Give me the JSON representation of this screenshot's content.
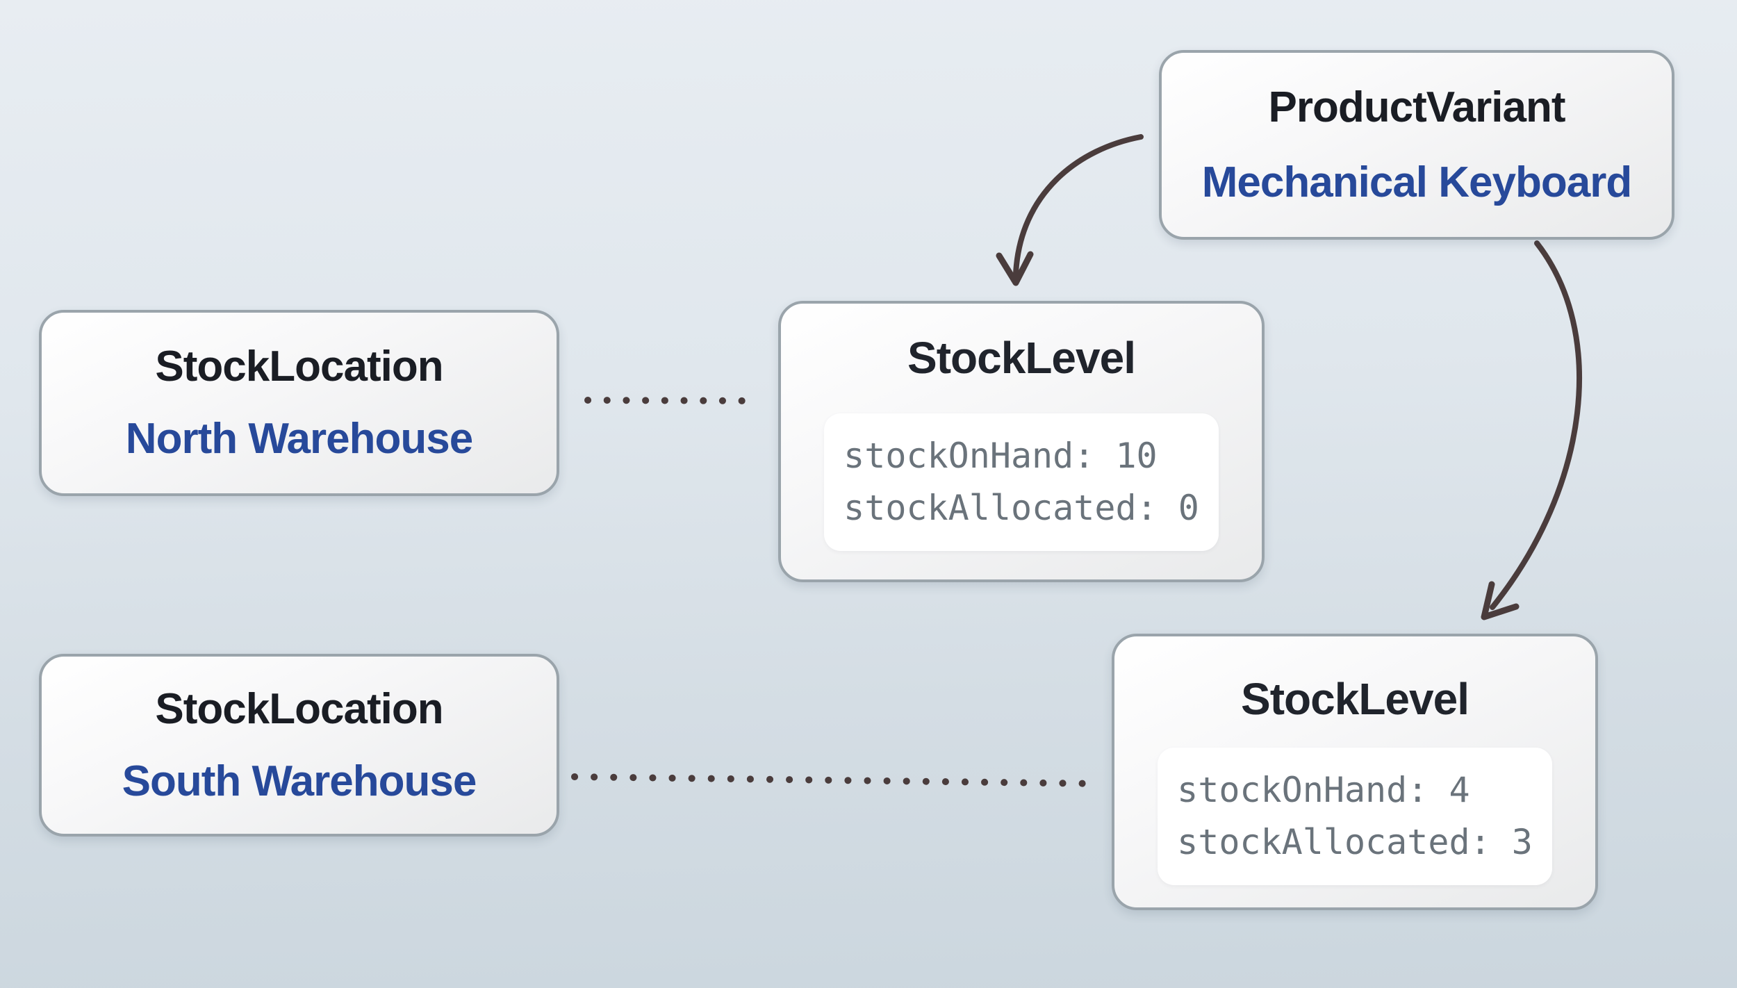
{
  "diagram": {
    "title_hint": "Inventory entity relationship diagram",
    "colors": {
      "background_top": "#e8edf2",
      "background_bottom": "#cbd6de",
      "card_border": "#9aa4ab",
      "entity_title": "#1a1d24",
      "record_name_blue": "#27499a",
      "code_text": "#6a737b",
      "connector": "#4a3c3c",
      "code_field_background": "#ffffff"
    },
    "nodes": {
      "product_variant": {
        "entity": "ProductVariant",
        "name": "Mechanical Keyboard"
      },
      "stock_location_north": {
        "entity": "StockLocation",
        "name": "North Warehouse"
      },
      "stock_location_south": {
        "entity": "StockLocation",
        "name": "South Warehouse"
      },
      "stock_level_north": {
        "entity": "StockLevel",
        "fields": [
          {
            "key": "stockOnHand",
            "value": "10",
            "line": "stockOnHand: 10"
          },
          {
            "key": "stockAllocated",
            "value": "0",
            "line": "stockAllocated: 0"
          }
        ]
      },
      "stock_level_south": {
        "entity": "StockLevel",
        "fields": [
          {
            "key": "stockOnHand",
            "value": "4",
            "line": "stockOnHand: 4"
          },
          {
            "key": "stockAllocated",
            "value": "3",
            "line": "stockAllocated: 3"
          }
        ]
      }
    },
    "edges": [
      {
        "from": "ProductVariant",
        "to": "StockLevel (North Warehouse)",
        "style": "curved-arrow"
      },
      {
        "from": "ProductVariant",
        "to": "StockLevel (South Warehouse)",
        "style": "curved-arrow"
      },
      {
        "from": "StockLocation (North Warehouse)",
        "to": "StockLevel",
        "style": "dotted-line"
      },
      {
        "from": "StockLocation (South Warehouse)",
        "to": "StockLevel",
        "style": "dotted-line"
      }
    ]
  }
}
